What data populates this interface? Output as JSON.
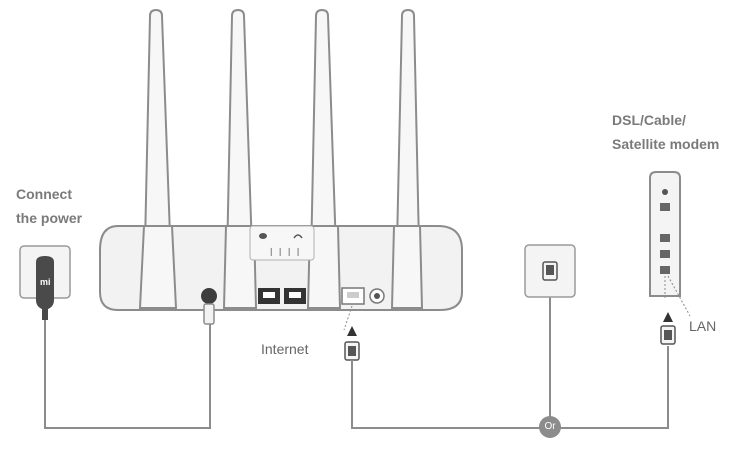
{
  "labels": {
    "connect_power_line1": "Connect",
    "connect_power_line2": "the power",
    "modem_line1": "DSL/Cable/",
    "modem_line2": "Satellite modem",
    "internet": "Internet",
    "lan": "LAN",
    "or": "Or"
  },
  "adapter_logo": "mi",
  "router_led_label": "❙ ❙ ❙ ❙",
  "colors": {
    "line": "#8c8c8c",
    "fill": "#f2f2f2",
    "dark": "#4a4a4a",
    "text": "#7a7a7a"
  },
  "icons": [
    "power-adapter-icon",
    "router-icon",
    "ethernet-plug-icon",
    "modem-icon",
    "arrow-up-icon"
  ]
}
